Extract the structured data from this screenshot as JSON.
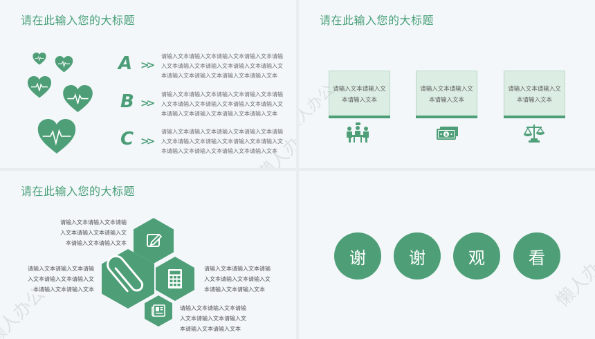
{
  "colors": {
    "accent": "#4e9f77",
    "title": "#4aa078",
    "slide_bg": "#f3f7fa",
    "card_bg": "#dcede3",
    "body_text": "#6f6f6f"
  },
  "watermark": "懒人办公",
  "slide1": {
    "title": "请在此输入您的大标题",
    "icons": [
      "heart-pulse-icon",
      "heart-pulse-icon",
      "heart-pulse-icon",
      "heart-pulse-icon",
      "heart-pulse-icon"
    ],
    "items": [
      {
        "letter": "A",
        "arrow": "»",
        "lines": [
          "请输入文本请输入文本请输入文本请输入文本请输",
          "入文本请输入文本请输入文本请输入文本请输入文",
          "本请输入文本请输入文本请输入文本请输入文本"
        ]
      },
      {
        "letter": "B",
        "arrow": "»",
        "lines": [
          "请输入文本请输入文本请输入文本请输入文本请输",
          "入文本请输入文本请输入文本请输入文本请输入文",
          "本请输入文本请输入文本请输入文本请输入文本"
        ]
      },
      {
        "letter": "C",
        "arrow": "»",
        "lines": [
          "请输入文本请输入文本请输入文本请输入文本请输",
          "入文本请输入文本请输入文本请输入文本请输入文",
          "本请输入文本请输入文本请输入文本请输入文本"
        ]
      }
    ]
  },
  "slide2": {
    "title": "请在此输入您的大标题",
    "cards": [
      {
        "lines": [
          "请输入文本请输入文",
          "本请输入文本"
        ],
        "icon": "meeting-people-icon"
      },
      {
        "lines": [
          "请输入文本请输入文",
          "本请输入文本"
        ],
        "icon": "money-banknote-icon"
      },
      {
        "lines": [
          "请输入文本请输入文",
          "本请输入文本"
        ],
        "icon": "balance-scale-icon"
      }
    ]
  },
  "slide3": {
    "title": "请在此输入您的大标题",
    "hexagons": [
      {
        "icon": "edit-pencil-icon"
      },
      {
        "icon": "paperclip-icon"
      },
      {
        "icon": "calculator-icon"
      },
      {
        "icon": "newspaper-icon"
      }
    ],
    "texts": [
      {
        "lines": [
          "请输入文本请输入文本请输",
          "入文本请输入文本请输入文",
          "本请输入文本请输入文本"
        ]
      },
      {
        "lines": [
          "请输入文本请输入文本请输",
          "入文本请输入文本请输入文",
          "本请输入文本请输入文本"
        ]
      },
      {
        "lines": [
          "请输入文本请输入文本请输",
          "入文本请输入文本请输入文",
          "本请输入文本请输入文本"
        ]
      },
      {
        "lines": [
          "请输入文本请输入文本请输",
          "入文本请输入文本请输入文",
          "本请输入文本请输入文本"
        ]
      }
    ]
  },
  "slide4": {
    "chars": [
      "谢",
      "谢",
      "观",
      "看"
    ]
  }
}
